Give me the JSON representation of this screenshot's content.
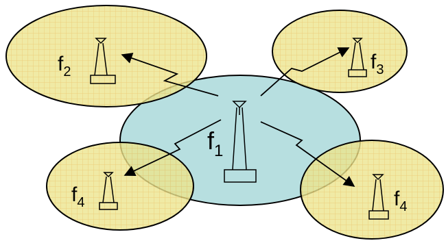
{
  "colors": {
    "macro_cell_fill": "#b7dfe0",
    "small_cell_fill": "#ece58e",
    "hatch": "#e8c05a",
    "stroke": "#000000"
  },
  "center_cell": {
    "label_main": "f",
    "label_sub": "1"
  },
  "cells": [
    {
      "id": "top-left",
      "label_main": "f",
      "label_sub": "2"
    },
    {
      "id": "top-right",
      "label_main": "f",
      "label_sub": "3"
    },
    {
      "id": "bottom-left",
      "label_main": "f",
      "label_sub": "4"
    },
    {
      "id": "bottom-right",
      "label_main": "f",
      "label_sub": "4"
    }
  ]
}
